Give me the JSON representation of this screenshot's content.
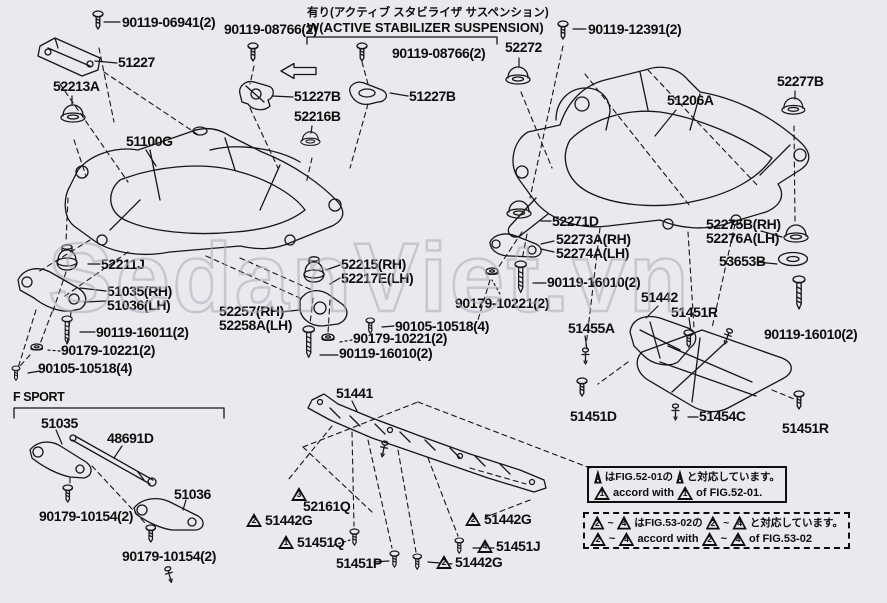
{
  "header": {
    "note_jp": "有り(アクティブ スタビライザ サスペンション)",
    "note_en": "W(ACTIVE STABILIZER SUSPENSION)"
  },
  "watermark": "SedanViet.vn",
  "section": {
    "f_sport": "F SPORT"
  },
  "parts": {
    "p90119_06941": "90119-06941(2)",
    "p90119_08766": "90119-08766(2)",
    "p90119_12391": "90119-12391(2)",
    "p51227": "51227",
    "p52213A": "52213A",
    "p51100G": "51100G",
    "p51227B": "51227B",
    "p52216B": "52216B",
    "p52272": "52272",
    "p52277B": "52277B",
    "p51206A": "51206A",
    "p52211J": "52211J",
    "p51035RH": "51035(RH)",
    "p51036LH": "51036(LH)",
    "p90119_16011": "90119-16011(2)",
    "p90179_10221": "90179-10221(2)",
    "p90105_10518": "90105-10518(4)",
    "p52215RH": "52215(RH)",
    "p52217ELH": "52217E(LH)",
    "p52257RH": "52257(RH)",
    "p52258ALH": "52258A(LH)",
    "p90119_16010": "90119-16010(2)",
    "p52271D": "52271D",
    "p52273ARH": "52273A(RH)",
    "p52274ALH": "52274A(LH)",
    "p52275BRH": "52275B(RH)",
    "p52276ALH": "52276A(LH)",
    "p53653B": "53653B",
    "p51442": "51442",
    "p51451R": "51451R",
    "p51455A": "51455A",
    "p51451D": "51451D",
    "p51454C": "51454C",
    "p51441": "51441",
    "p52161Q": "52161Q",
    "p51442G": "51442G",
    "p51451Q": "51451Q",
    "p51451P": "51451P",
    "p51451J": "51451J",
    "p51035": "51035",
    "p48691D": "48691D",
    "p51036": "51036",
    "p90179_10154": "90179-10154(2)"
  },
  "tri": {
    "t1": "1",
    "t2": "2",
    "t3": "3",
    "t4": "4"
  },
  "legend": {
    "box1": {
      "jp_pre": "はFIG.52-01の",
      "jp_post": "と対応しています。",
      "en_pre": "accord with",
      "en_post": "of FIG.52-01."
    },
    "box2": {
      "tilde": "~",
      "jp_pre": "はFIG.53-02の",
      "jp_post": "と対応しています。",
      "en_pre": "accord with",
      "en_post": "of FIG.53-02"
    }
  },
  "colors": {
    "background": "#e9e9ee",
    "line": "#161616",
    "watermark": "#acacbc"
  }
}
